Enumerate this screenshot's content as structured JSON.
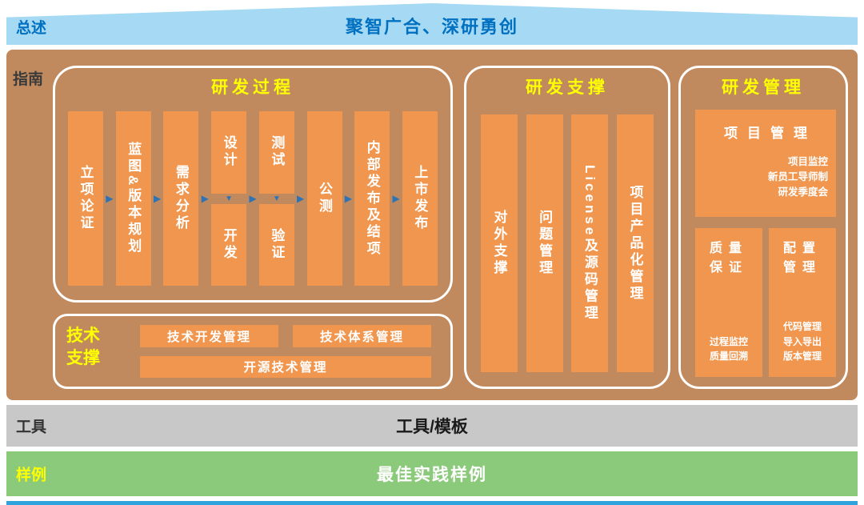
{
  "overview": {
    "label": "总述",
    "title": "聚智广合、深研勇创"
  },
  "guide": {
    "label": "指南",
    "process": {
      "title": "研发过程",
      "flow": [
        {
          "text": "立项论证"
        },
        {
          "text": "蓝图&版本规划"
        },
        {
          "text": "需求分析"
        },
        {
          "top": "设计",
          "bottom": "开发"
        },
        {
          "top": "测试",
          "bottom": "验证"
        },
        {
          "text": "公测"
        },
        {
          "text": "内部发布及结项"
        },
        {
          "text": "上市发布"
        }
      ],
      "tech": {
        "label": "技术支撑",
        "items": [
          "技术开发管理",
          "技术体系管理",
          "开源技术管理"
        ]
      }
    },
    "support": {
      "title": "研发支撑",
      "bars": [
        "对外支撑",
        "问题管理",
        "License及源码管理",
        "项目产品化管理"
      ]
    },
    "management": {
      "title": "研发管理",
      "project": {
        "title": "项目管理",
        "items": [
          "项目监控",
          "新员工导师制",
          "研发季度会"
        ]
      },
      "quality": {
        "title": "质量保证",
        "items": [
          "过程监控",
          "质量回溯"
        ]
      },
      "config": {
        "title": "配置管理",
        "items": [
          "代码管理",
          "导入导出",
          "版本管理"
        ]
      }
    }
  },
  "tools": {
    "label": "工具",
    "title": "工具/模板"
  },
  "samples": {
    "label": "样例",
    "title": "最佳实践样例"
  },
  "icons": {
    "right_arrow": "▶",
    "down_arrow": "▼"
  },
  "colors": {
    "top_band": "#A6D9F4",
    "top_text": "#0070C0",
    "main_bg": "#C18A5E",
    "block_orange": "#F0964E",
    "title_yellow": "#FFFF00",
    "arrow_blue": "#2E74B5",
    "tools_band": "#C8C8C8",
    "samples_band": "#8BC97B",
    "bottom_strip": "#2FA3DC"
  }
}
